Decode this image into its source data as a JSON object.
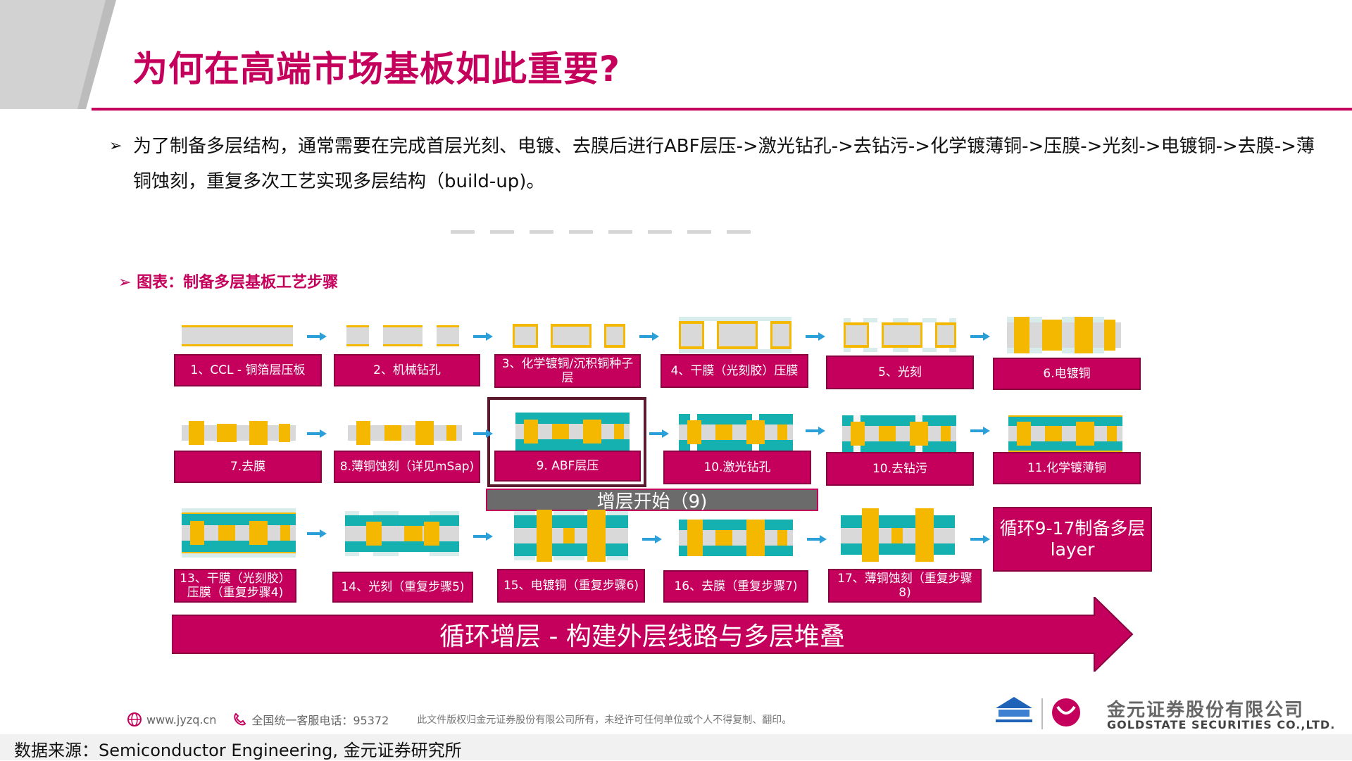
{
  "title": "为何在高端市场基板如此重要?",
  "bullet": {
    "marker": "➢",
    "text": "为了制备多层结构，通常需要在完成首层光刻、电镀、去膜后进行ABF层压->激光钻孔->去钻污->化学镀薄铜->压膜->光刻->电镀铜->去膜->薄铜蚀刻，重复多次工艺实现多层结构（build-up)。"
  },
  "chart_title": "➢ 图表：制备多层基板工艺步骤",
  "steps": [
    {
      "label": "1、CCL - 铜箔层压板"
    },
    {
      "label": "2、机械钻孔"
    },
    {
      "label": "3、化学镀铜/沉积铜种子层"
    },
    {
      "label": "4、干膜（光刻胶）压膜"
    },
    {
      "label": "5、光刻"
    },
    {
      "label": "6.电镀铜"
    },
    {
      "label": "7.去膜"
    },
    {
      "label": "8.薄铜蚀刻（详见mSap)"
    },
    {
      "label": "9. ABF层压"
    },
    {
      "label": "10.激光钻孔"
    },
    {
      "label": "10.去钻污"
    },
    {
      "label": "11.化学镀薄铜"
    },
    {
      "label": "13、干膜（光刻胶）压膜（重复步骤4)"
    },
    {
      "label": "14、光刻（重复步骤5)"
    },
    {
      "label": "15、电镀铜（重复步骤6)"
    },
    {
      "label": "16、去膜（重复步骤7)"
    },
    {
      "label": "17、薄铜蚀刻（重复步骤8)"
    }
  ],
  "buildup_label": "增层开始（9)",
  "loop_label": "循环9-17制备多层layer",
  "big_arrow_label": "循环增层 - 构建外层线路与多层堆叠",
  "footer": {
    "website": "www.jyzq.cn",
    "hotline": "全国统一客服电话：95372",
    "copyright": "此文件版权归金元证券股份有限公司所有，未经许可任何单位或个人不得复制、翻印。"
  },
  "brand": {
    "cn": "金元证券股份有限公司",
    "en": "GOLDSTATE SECURITIES CO.,LTD."
  },
  "source": "数据来源：Semiconductor Engineering, 金元证券研究所",
  "colors": {
    "accent": "#c5005c",
    "copper": "#f5b800",
    "abf": "#14b1b0",
    "core": "#d9d9d9",
    "arrow": "#2ba0d8"
  }
}
